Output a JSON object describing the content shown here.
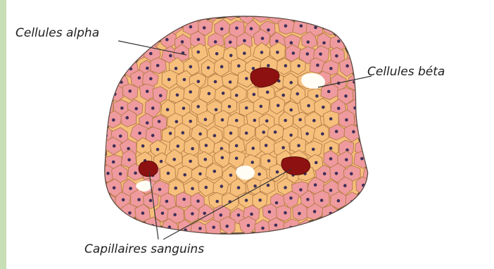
{
  "labels": {
    "alpha": "Cellules alpha",
    "beta": "Cellules béta",
    "capillaries": "Capillaires sanguins"
  },
  "colors": {
    "beta_cell_fill": "#f6c07c",
    "alpha_cell_fill": "#ef9a9e",
    "cell_border": "#b57a45",
    "nucleus": "#3d2f5a",
    "capillary": "#8e1111",
    "islet_outline": "#5a4740",
    "side_strip": "#c8deb5"
  },
  "icons": {
    "islet": "pancreatic-islet-illustration"
  }
}
